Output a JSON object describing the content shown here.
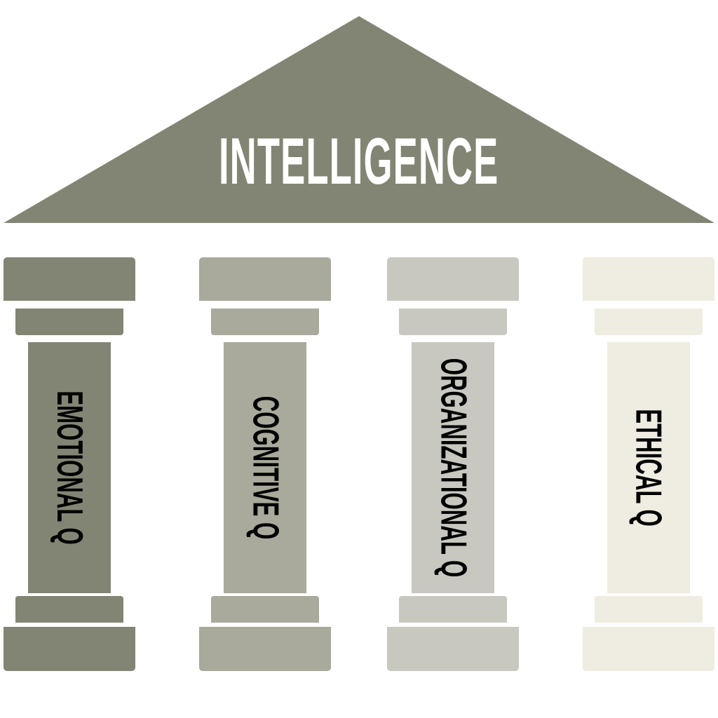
{
  "roof": {
    "title": "INTELLIGENCE",
    "color": "#838574",
    "text_color": "#ffffff"
  },
  "pillars": [
    {
      "label": "EMOTIONAL Q",
      "color": "#838574"
    },
    {
      "label": "COGNITIVE Q",
      "color": "#A9AA9C"
    },
    {
      "label": "ORGANIZATIONAL Q",
      "color": "#C8C8C0"
    },
    {
      "label": "ETHICAL Q",
      "color": "#EFECE1"
    }
  ]
}
